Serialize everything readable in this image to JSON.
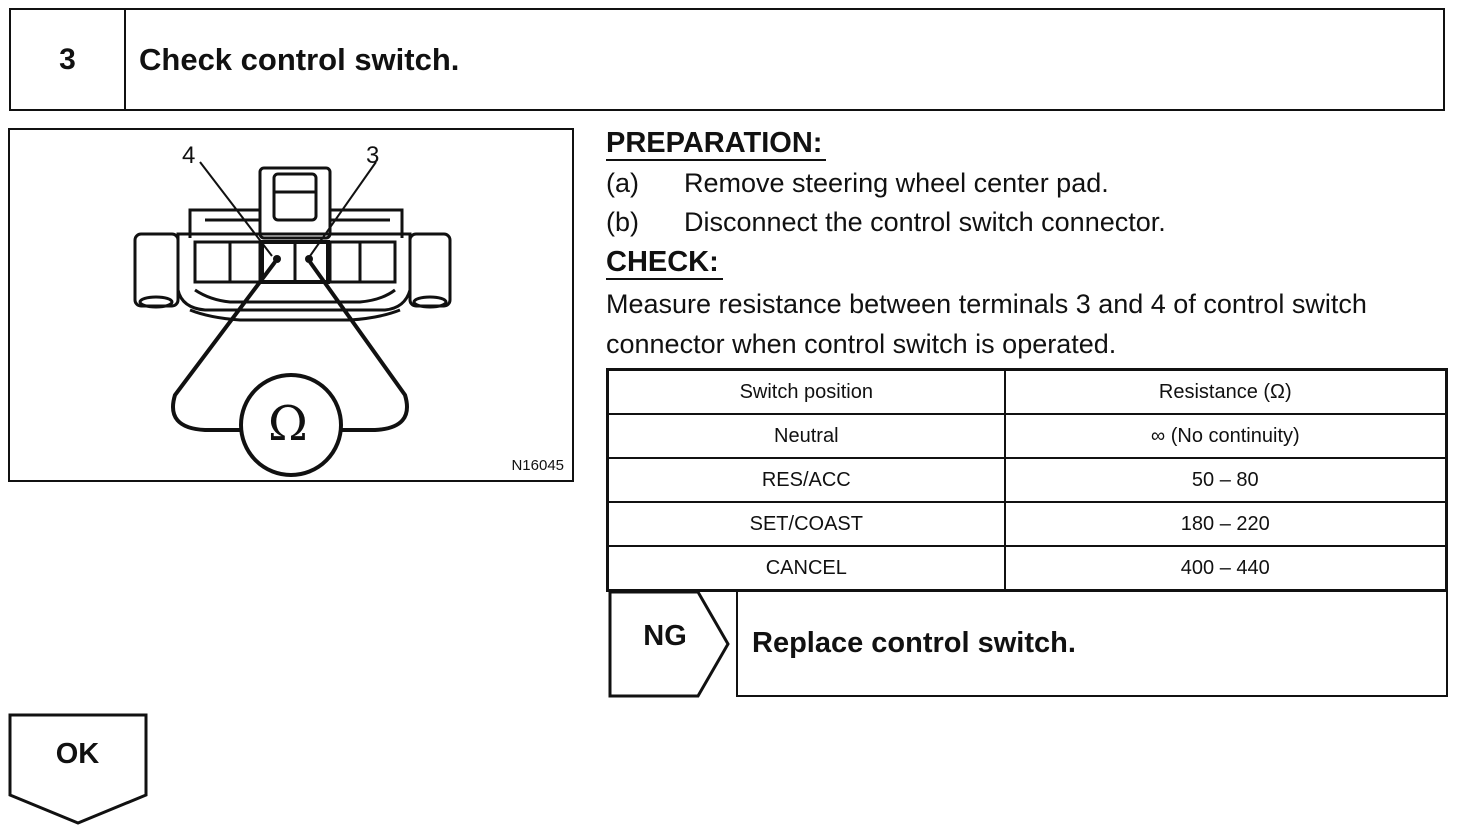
{
  "step": {
    "number": "3",
    "title": "Check control switch."
  },
  "figure": {
    "terminal_left": "4",
    "terminal_right": "3",
    "ohm_symbol": "Ω",
    "code": "N16045"
  },
  "preparation": {
    "heading": "PREPARATION:",
    "items": [
      {
        "letter": "(a)",
        "text": "Remove steering wheel center pad."
      },
      {
        "letter": "(b)",
        "text": "Disconnect the control switch connector."
      }
    ]
  },
  "check": {
    "heading": "CHECK:",
    "text": "Measure resistance between terminals 3 and 4 of control switch connector when control switch is operated."
  },
  "table": {
    "headers": [
      "Switch position",
      "Resistance (Ω)"
    ],
    "rows": [
      [
        "Neutral",
        "∞ (No continuity)"
      ],
      [
        "RES/ACC",
        "50 – 80"
      ],
      [
        "SET/COAST",
        "180 – 220"
      ],
      [
        "CANCEL",
        "400 – 440"
      ]
    ]
  },
  "ng": {
    "label": "NG",
    "action": "Replace control switch."
  },
  "ok": {
    "label": "OK"
  }
}
